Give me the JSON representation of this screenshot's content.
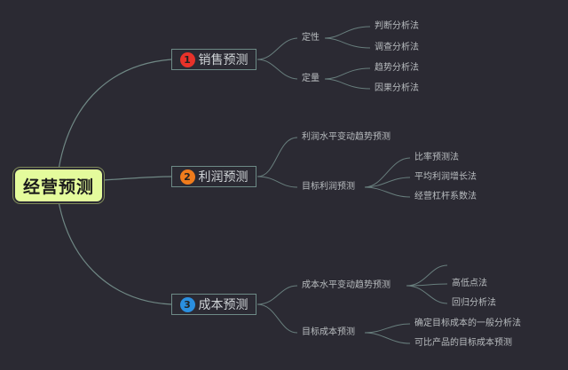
{
  "root": {
    "label": "经营预测",
    "color": "#e4fb9c"
  },
  "branches": [
    {
      "number": "1",
      "badge_color": "#e8322a",
      "label": "销售预测",
      "children": [
        {
          "label": "定性",
          "children": [
            "判断分析法",
            "调查分析法"
          ]
        },
        {
          "label": "定量",
          "children": [
            "趋势分析法",
            "因果分析法"
          ]
        }
      ]
    },
    {
      "number": "2",
      "badge_color": "#f07c1c",
      "label": "利润预测",
      "children": [
        {
          "label": "利润水平变动趋势预测",
          "children": []
        },
        {
          "label": "目标利润预测",
          "children": [
            "比率预测法",
            "平均利润增长法",
            "经营杠杆系数法"
          ]
        }
      ]
    },
    {
      "number": "3",
      "badge_color": "#2a8fe0",
      "label": "成本预测",
      "children": [
        {
          "label": "成本水平变动趋势预测",
          "children": [
            "​",
            "高低点法",
            "回归分析法"
          ]
        },
        {
          "label": "目标成本预测",
          "children": [
            "确定目标成本的一般分析法",
            "可比产品的目标成本预测"
          ]
        }
      ]
    }
  ]
}
